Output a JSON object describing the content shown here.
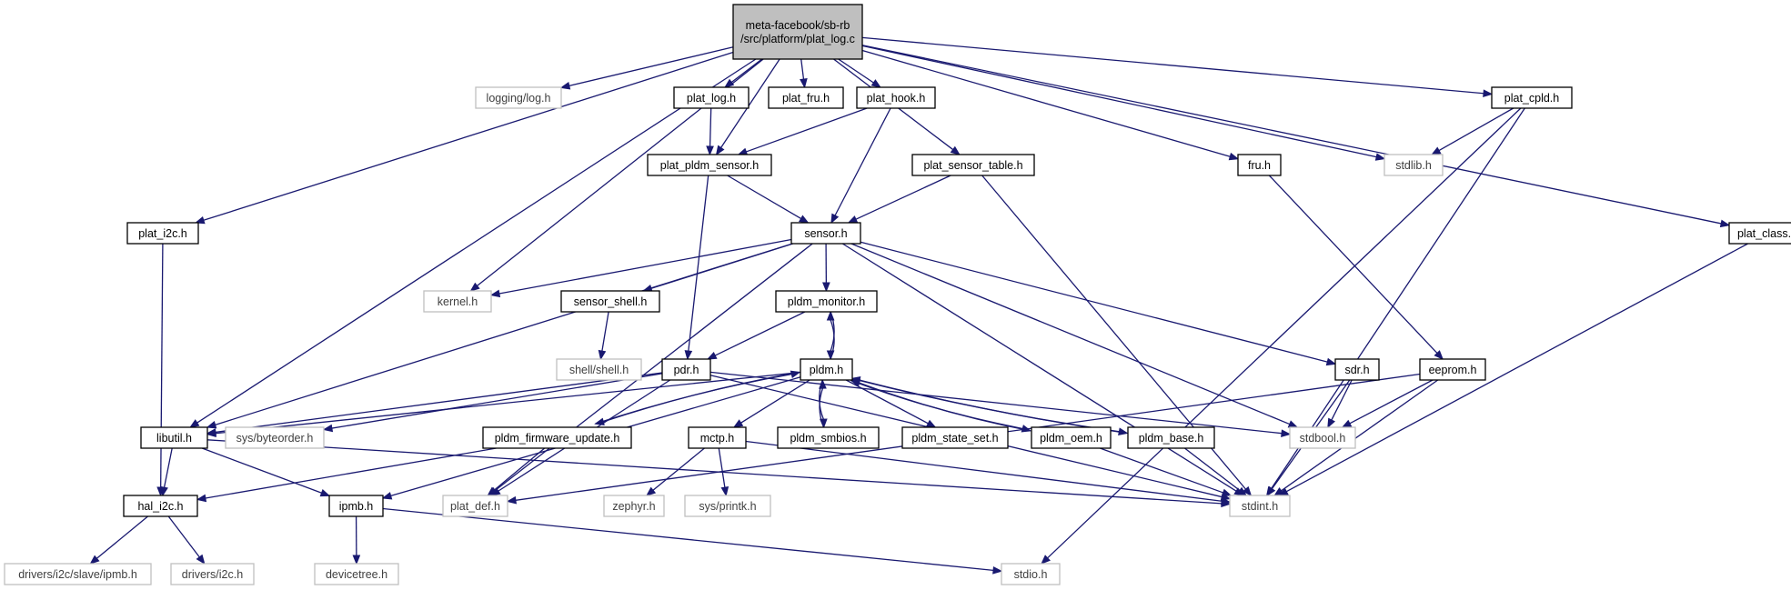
{
  "graph": {
    "colors": {
      "edge": "#191970",
      "node_border": "#000000",
      "ghost_border": "#bfbfbf",
      "root_fill": "#bfbfbf"
    },
    "nodes": [
      {
        "id": "root",
        "lines": [
          "meta-facebook/sb-rb",
          "/src/platform/plat_log.c"
        ],
        "kind": "root"
      },
      {
        "id": "logging_log",
        "lines": [
          "logging/log.h"
        ],
        "kind": "ghost"
      },
      {
        "id": "plat_log",
        "lines": [
          "plat_log.h"
        ],
        "kind": "solid"
      },
      {
        "id": "plat_fru",
        "lines": [
          "plat_fru.h"
        ],
        "kind": "solid"
      },
      {
        "id": "plat_hook",
        "lines": [
          "plat_hook.h"
        ],
        "kind": "solid"
      },
      {
        "id": "plat_cpld",
        "lines": [
          "plat_cpld.h"
        ],
        "kind": "solid"
      },
      {
        "id": "plat_pldm_sensor",
        "lines": [
          "plat_pldm_sensor.h"
        ],
        "kind": "solid"
      },
      {
        "id": "plat_sensor_table",
        "lines": [
          "plat_sensor_table.h"
        ],
        "kind": "solid"
      },
      {
        "id": "fru",
        "lines": [
          "fru.h"
        ],
        "kind": "solid"
      },
      {
        "id": "stdlib",
        "lines": [
          "stdlib.h"
        ],
        "kind": "ghost"
      },
      {
        "id": "plat_i2c",
        "lines": [
          "plat_i2c.h"
        ],
        "kind": "solid"
      },
      {
        "id": "sensor",
        "lines": [
          "sensor.h"
        ],
        "kind": "solid"
      },
      {
        "id": "plat_class",
        "lines": [
          "plat_class.h"
        ],
        "kind": "solid"
      },
      {
        "id": "kernel",
        "lines": [
          "kernel.h"
        ],
        "kind": "ghost"
      },
      {
        "id": "sensor_shell",
        "lines": [
          "sensor_shell.h"
        ],
        "kind": "solid"
      },
      {
        "id": "pldm_monitor",
        "lines": [
          "pldm_monitor.h"
        ],
        "kind": "solid"
      },
      {
        "id": "shell_shell",
        "lines": [
          "shell/shell.h"
        ],
        "kind": "ghost"
      },
      {
        "id": "pdr",
        "lines": [
          "pdr.h"
        ],
        "kind": "solid"
      },
      {
        "id": "pldm",
        "lines": [
          "pldm.h"
        ],
        "kind": "solid"
      },
      {
        "id": "sdr",
        "lines": [
          "sdr.h"
        ],
        "kind": "solid"
      },
      {
        "id": "eeprom",
        "lines": [
          "eeprom.h"
        ],
        "kind": "solid"
      },
      {
        "id": "libutil",
        "lines": [
          "libutil.h"
        ],
        "kind": "solid"
      },
      {
        "id": "sys_byteorder",
        "lines": [
          "sys/byteorder.h"
        ],
        "kind": "ghost"
      },
      {
        "id": "pldm_firmware_update",
        "lines": [
          "pldm_firmware_update.h"
        ],
        "kind": "solid"
      },
      {
        "id": "mctp",
        "lines": [
          "mctp.h"
        ],
        "kind": "solid"
      },
      {
        "id": "pldm_smbios",
        "lines": [
          "pldm_smbios.h"
        ],
        "kind": "solid"
      },
      {
        "id": "pldm_state_set",
        "lines": [
          "pldm_state_set.h"
        ],
        "kind": "solid"
      },
      {
        "id": "pldm_oem",
        "lines": [
          "pldm_oem.h"
        ],
        "kind": "solid"
      },
      {
        "id": "pldm_base",
        "lines": [
          "pldm_base.h"
        ],
        "kind": "solid"
      },
      {
        "id": "stdbool",
        "lines": [
          "stdbool.h"
        ],
        "kind": "ghost"
      },
      {
        "id": "hal_i2c",
        "lines": [
          "hal_i2c.h"
        ],
        "kind": "solid"
      },
      {
        "id": "ipmb",
        "lines": [
          "ipmb.h"
        ],
        "kind": "solid"
      },
      {
        "id": "plat_def",
        "lines": [
          "plat_def.h"
        ],
        "kind": "ghost"
      },
      {
        "id": "zephyr",
        "lines": [
          "zephyr.h"
        ],
        "kind": "ghost"
      },
      {
        "id": "sys_printk",
        "lines": [
          "sys/printk.h"
        ],
        "kind": "ghost"
      },
      {
        "id": "stdint",
        "lines": [
          "stdint.h"
        ],
        "kind": "ghost"
      },
      {
        "id": "drivers_i2c_slave_ipmb",
        "lines": [
          "drivers/i2c/slave/ipmb.h"
        ],
        "kind": "ghost"
      },
      {
        "id": "drivers_i2c",
        "lines": [
          "drivers/i2c.h"
        ],
        "kind": "ghost"
      },
      {
        "id": "devicetree",
        "lines": [
          "devicetree.h"
        ],
        "kind": "ghost"
      },
      {
        "id": "stdio",
        "lines": [
          "stdio.h"
        ],
        "kind": "ghost"
      }
    ],
    "edges": [
      [
        "root",
        "logging_log"
      ],
      [
        "root",
        "plat_log"
      ],
      [
        "root",
        "plat_fru"
      ],
      [
        "root",
        "plat_hook"
      ],
      [
        "root",
        "plat_cpld"
      ],
      [
        "root",
        "plat_pldm_sensor"
      ],
      [
        "root",
        "plat_sensor_table"
      ],
      [
        "root",
        "fru"
      ],
      [
        "root",
        "stdlib"
      ],
      [
        "root",
        "plat_i2c"
      ],
      [
        "root",
        "plat_class"
      ],
      [
        "root",
        "kernel"
      ],
      [
        "root",
        "libutil"
      ],
      [
        "plat_log",
        "plat_pldm_sensor"
      ],
      [
        "plat_hook",
        "plat_pldm_sensor"
      ],
      [
        "plat_hook",
        "sensor"
      ],
      [
        "plat_cpld",
        "stdlib"
      ],
      [
        "plat_cpld",
        "stdint"
      ],
      [
        "plat_cpld",
        "stdio"
      ],
      [
        "plat_pldm_sensor",
        "sensor"
      ],
      [
        "plat_pldm_sensor",
        "pdr"
      ],
      [
        "plat_sensor_table",
        "sensor"
      ],
      [
        "plat_sensor_table",
        "stdint"
      ],
      [
        "fru",
        "eeprom"
      ],
      [
        "plat_i2c",
        "hal_i2c"
      ],
      [
        "plat_class",
        "stdint"
      ],
      [
        "sensor",
        "kernel"
      ],
      [
        "sensor",
        "sensor_shell"
      ],
      [
        "sensor",
        "pldm_monitor"
      ],
      [
        "sensor",
        "libutil"
      ],
      [
        "sensor",
        "plat_def"
      ],
      [
        "sensor",
        "stdbool"
      ],
      [
        "sensor",
        "stdint"
      ],
      [
        "sensor",
        "sdr"
      ],
      [
        "sensor_shell",
        "shell_shell"
      ],
      [
        "pldm_monitor",
        "pdr"
      ],
      [
        "pldm_monitor",
        "pldm"
      ],
      [
        "pldm",
        "pldm_monitor"
      ],
      [
        "pdr",
        "libutil"
      ],
      [
        "pdr",
        "sys_byteorder"
      ],
      [
        "pdr",
        "plat_def"
      ],
      [
        "pdr",
        "stdbool"
      ],
      [
        "pdr",
        "stdint"
      ],
      [
        "pldm",
        "pldm_firmware_update"
      ],
      [
        "pldm_firmware_update",
        "pldm"
      ],
      [
        "pldm",
        "pldm_smbios"
      ],
      [
        "pldm_smbios",
        "pldm"
      ],
      [
        "pldm",
        "pldm_oem"
      ],
      [
        "pldm_oem",
        "pldm"
      ],
      [
        "pldm",
        "pldm_base"
      ],
      [
        "pldm_base",
        "pldm"
      ],
      [
        "pldm",
        "pldm_state_set"
      ],
      [
        "pldm",
        "mctp"
      ],
      [
        "pldm",
        "ipmb"
      ],
      [
        "pldm",
        "libutil"
      ],
      [
        "sdr",
        "stdbool"
      ],
      [
        "sdr",
        "stdint"
      ],
      [
        "eeprom",
        "stdbool"
      ],
      [
        "eeprom",
        "stdint"
      ],
      [
        "eeprom",
        "plat_def"
      ],
      [
        "libutil",
        "hal_i2c"
      ],
      [
        "libutil",
        "ipmb"
      ],
      [
        "libutil",
        "stdint"
      ],
      [
        "pldm_firmware_update",
        "hal_i2c"
      ],
      [
        "pldm_firmware_update",
        "plat_def"
      ],
      [
        "mctp",
        "zephyr"
      ],
      [
        "mctp",
        "sys_printk"
      ],
      [
        "mctp",
        "stdint"
      ],
      [
        "pldm_oem",
        "stdint"
      ],
      [
        "pldm_base",
        "stdint"
      ],
      [
        "hal_i2c",
        "drivers_i2c_slave_ipmb"
      ],
      [
        "hal_i2c",
        "drivers_i2c"
      ],
      [
        "ipmb",
        "devicetree"
      ],
      [
        "ipmb",
        "stdio"
      ]
    ]
  }
}
